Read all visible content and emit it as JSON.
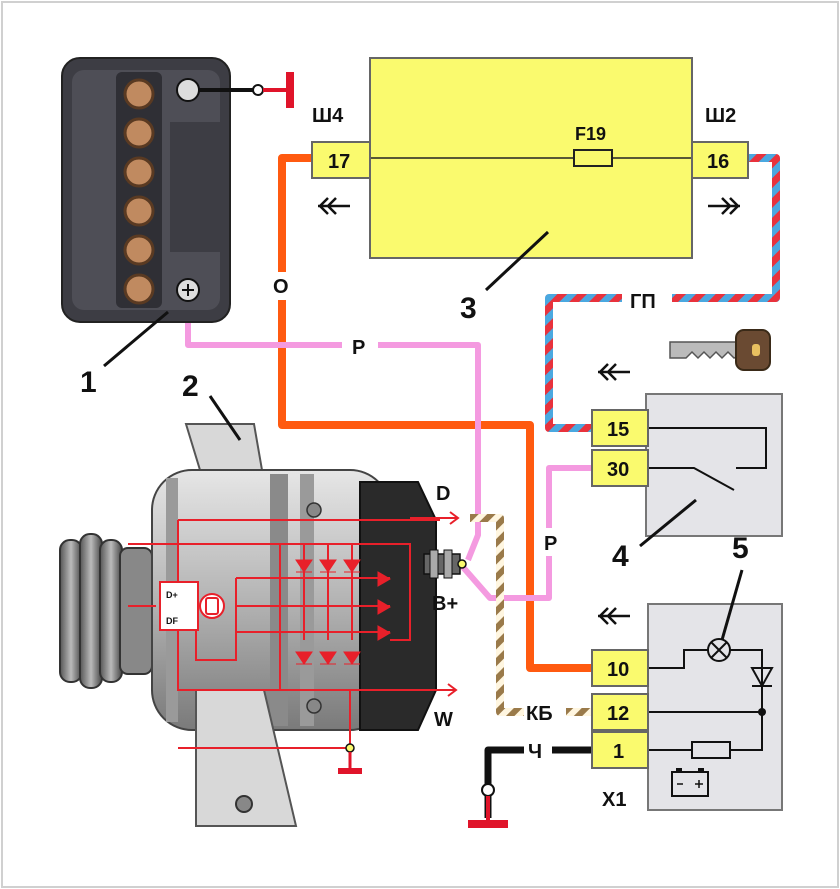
{
  "components": {
    "battery_number": "1",
    "generator_number": "2",
    "fuse_box_number": "3",
    "ignition_switch_number": "4",
    "lamp_number": "5"
  },
  "fuse_box": {
    "fuse_label": "F19",
    "left_connector": "Ш4",
    "right_connector": "Ш2",
    "left_pin": "17",
    "right_pin": "16"
  },
  "ignition_switch": {
    "pins": [
      "15",
      "30"
    ]
  },
  "instrument_cluster": {
    "connector": "X1",
    "pins": [
      "10",
      "12",
      "1"
    ]
  },
  "generator_terminals": {
    "d": "D",
    "b_plus": "B+",
    "w": "W",
    "d_plus": "D+",
    "df": "DF"
  },
  "wires": {
    "orange": "О",
    "pink_top": "Р",
    "pink_switch": "Р",
    "blue_red": "ГП",
    "brown_white": "КБ",
    "black": "Ч"
  },
  "colors": {
    "yellow": "#fafa6e",
    "orange_wire": "#ff5a10",
    "pink_wire": "#f49ae0",
    "blue_wire": "#4aa8e0",
    "red_wire": "#e8323c",
    "brown_wire": "#9a7a4a",
    "ground": "#e0142a",
    "circuit": "#e8202a"
  }
}
